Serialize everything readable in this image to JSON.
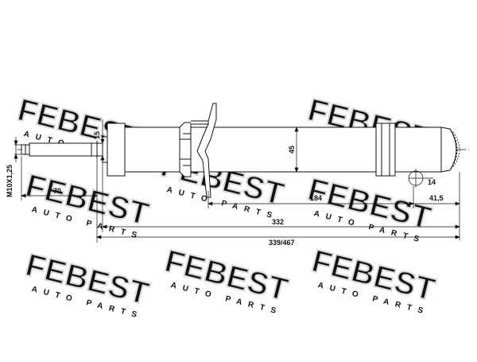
{
  "watermark": {
    "brand": "FEBEST",
    "sub": "AUTO PARTS",
    "color": "#d9d9d9"
  },
  "drawing": {
    "line_color": "#111111",
    "dims": {
      "thread": "M10X1,25",
      "rod_len": "70",
      "rod_dia": "15",
      "body_dia": "45",
      "mount_pos": "184",
      "eye_dia": "14",
      "eye_len": "41,5",
      "body_len": "332",
      "total_len": "339/467"
    }
  }
}
